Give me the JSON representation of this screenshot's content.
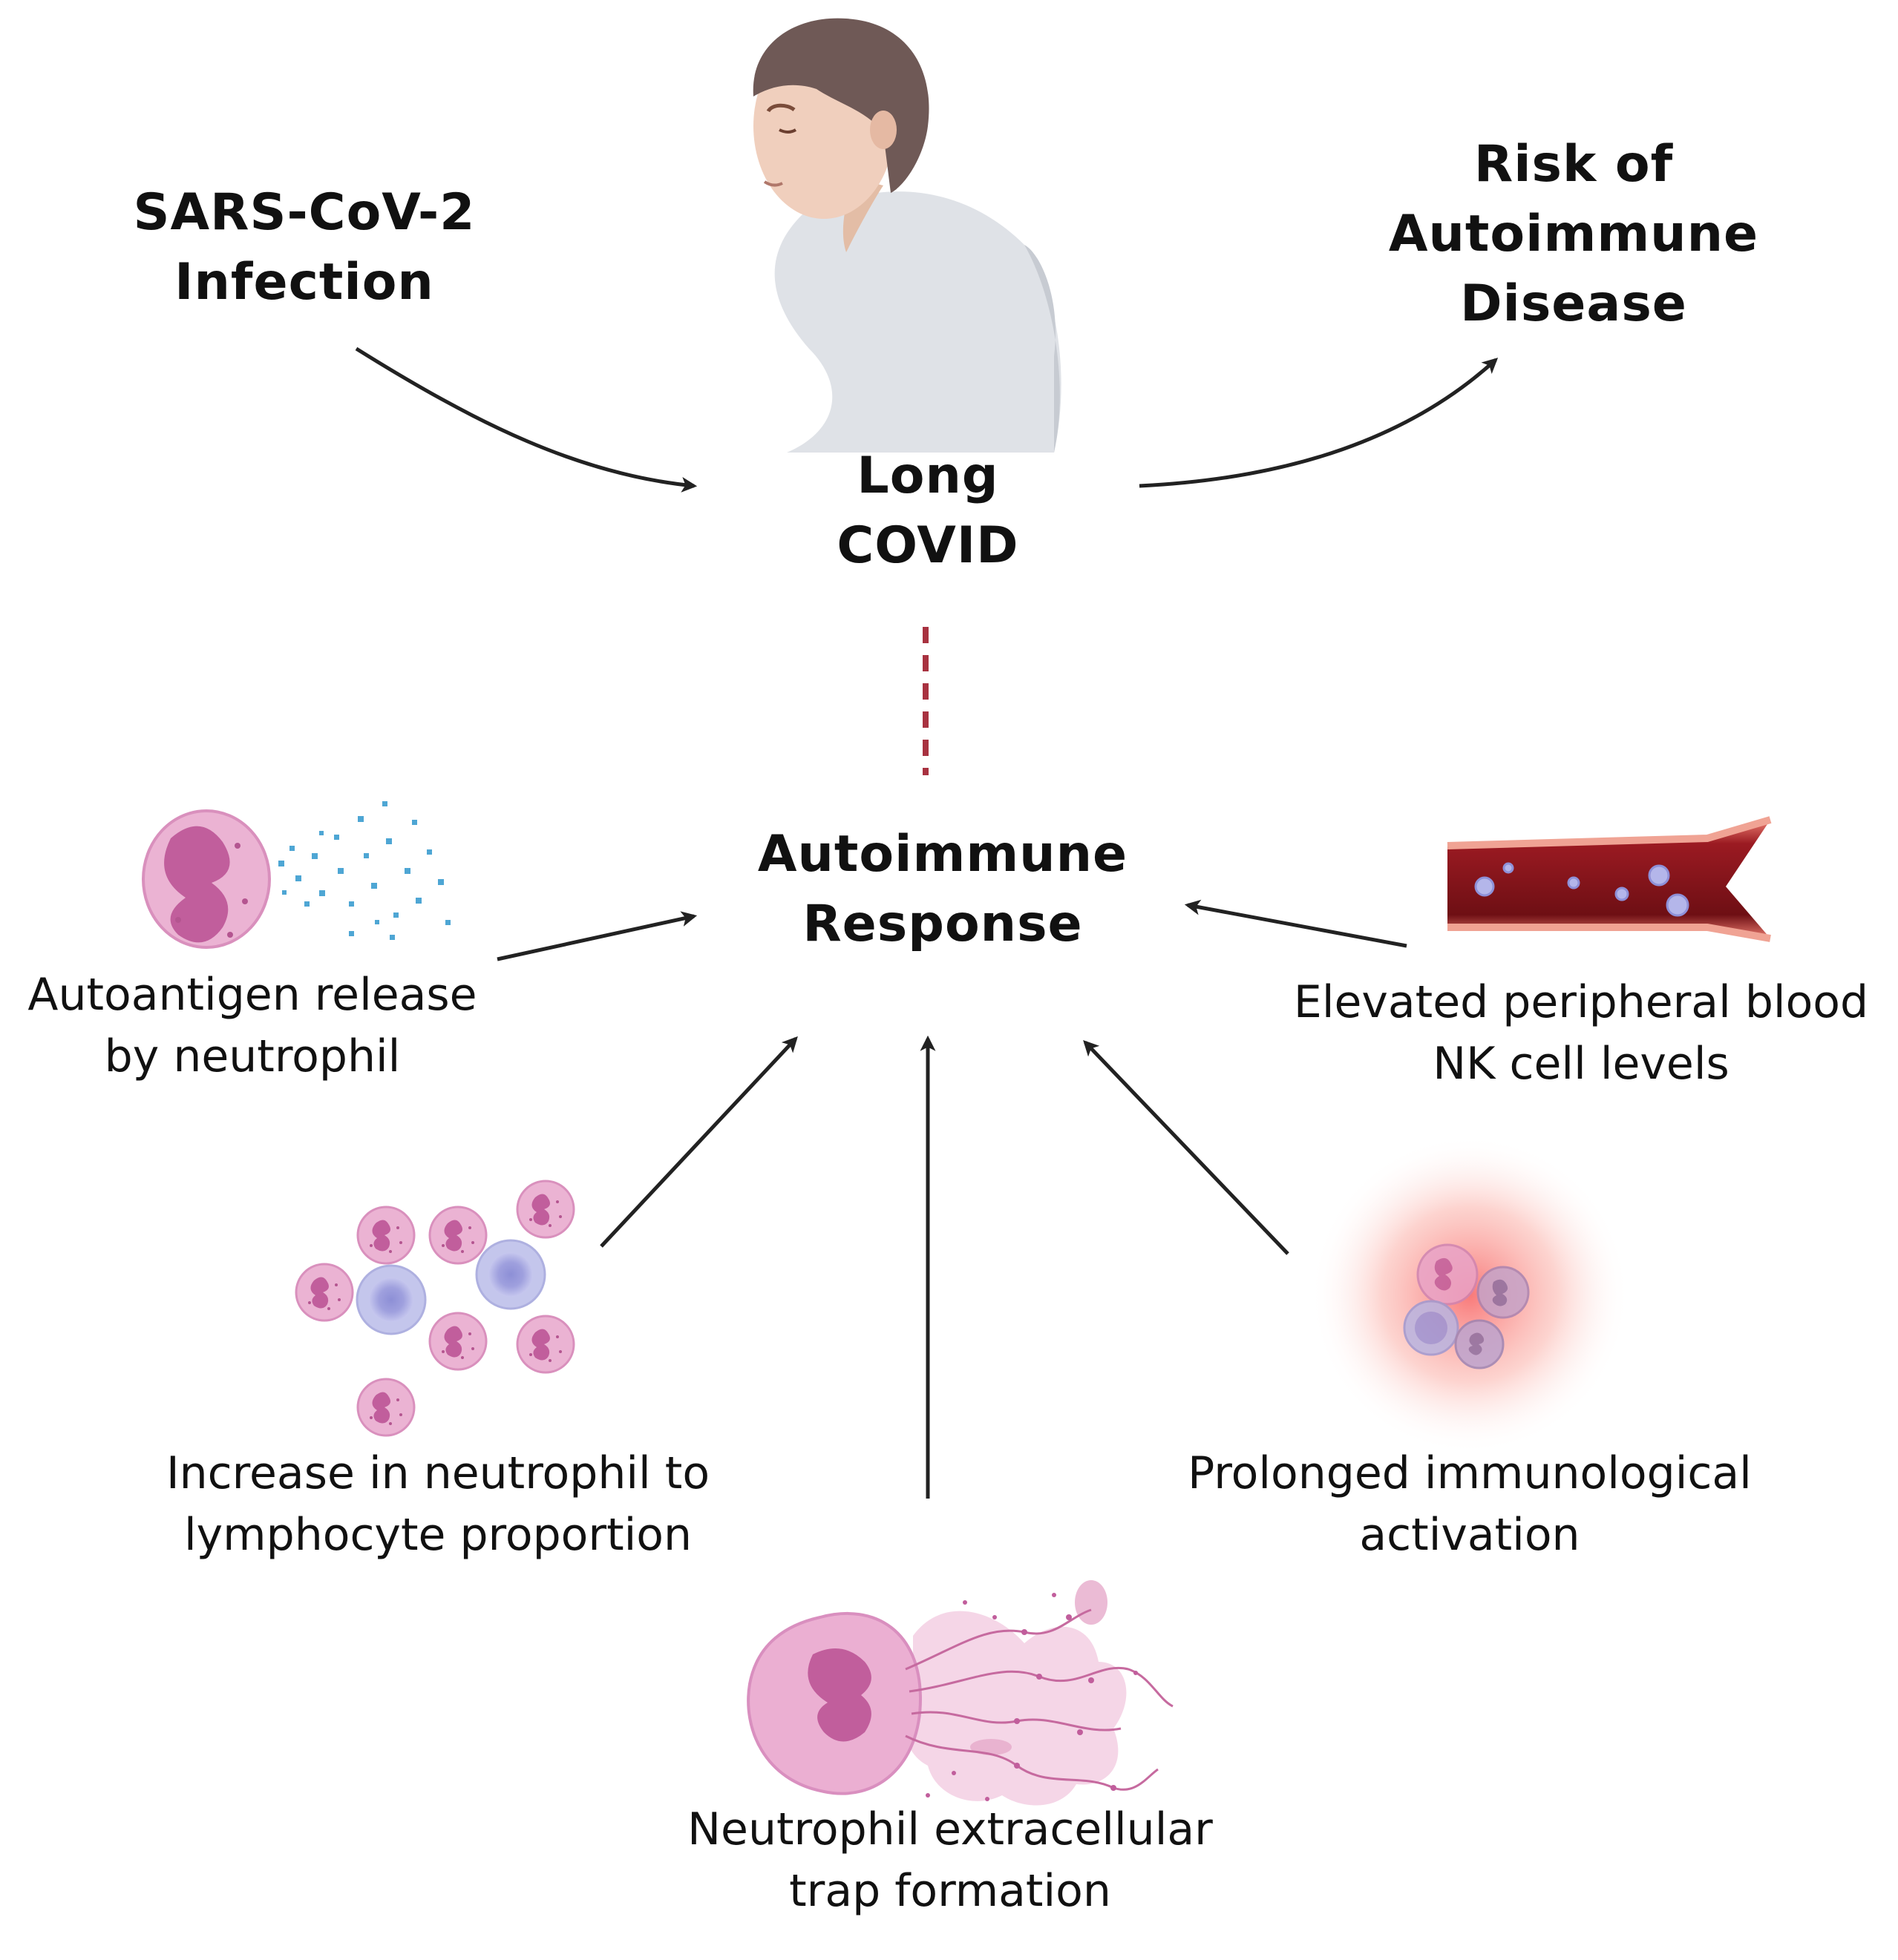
{
  "nodes": {
    "infection": {
      "line1": "SARS-CoV-2",
      "line2": "Infection"
    },
    "long_covid": {
      "line1": "Long",
      "line2": "COVID"
    },
    "risk": {
      "line1": "Risk of",
      "line2": "Autoimmune",
      "line3": "Disease"
    },
    "autoimmune_response": {
      "line1": "Autoimmune",
      "line2": "Response"
    }
  },
  "factors": {
    "autoantigen": {
      "line1": "Autoantigen release",
      "line2": "by neutrophil"
    },
    "nk_cells": {
      "line1": "Elevated peripheral blood",
      "line2": "NK cell levels"
    },
    "nlr": {
      "line1": "Increase in neutrophil to",
      "line2": "lymphocyte proportion"
    },
    "activation": {
      "line1": "Prolonged immunological",
      "line2": "activation"
    },
    "net": {
      "line1": "Neutrophil extracellular",
      "line2": "trap formation"
    }
  },
  "colors": {
    "arrow": "#222222",
    "dashed_link": "#a83240",
    "neutrophil": "#e5a6cb",
    "lymphocyte": "#b5b6e3",
    "vessel": "#7a1218",
    "antigen_particles": "#4ea6d4",
    "inflammation_glow": "#f87272"
  }
}
